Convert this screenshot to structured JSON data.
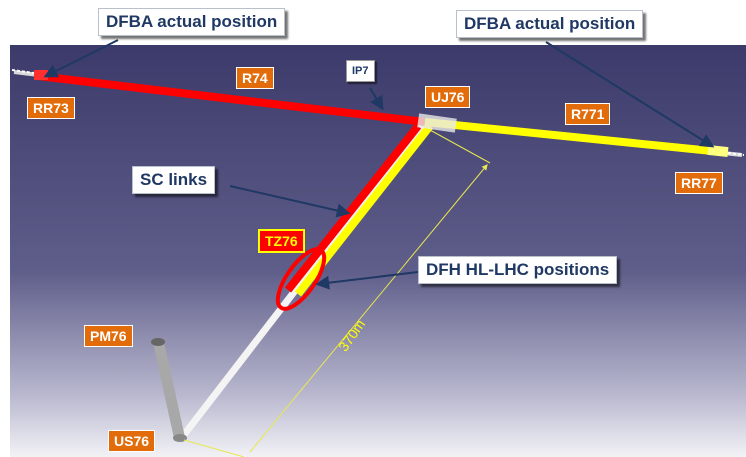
{
  "callouts": {
    "dfba_left": "DFBA actual position",
    "dfba_right": "DFBA actual position",
    "sc_links": "SC links",
    "dfh": "DFH HL-LHC positions"
  },
  "labels": {
    "rr73": "RR73",
    "r74": "R74",
    "ip7": "IP7",
    "uj76": "UJ76",
    "r771": "R771",
    "rr77": "RR77",
    "tz76": "TZ76",
    "pm76": "PM76",
    "us76": "US76"
  },
  "dimension": "370m",
  "colors": {
    "background_top": "#3c3a6a",
    "background_bottom": "#f2f2f6",
    "link_red": "#ff0000",
    "link_yellow": "#ffff00",
    "tag_orange": "#e36c0a",
    "callout_text": "#1f3864"
  }
}
